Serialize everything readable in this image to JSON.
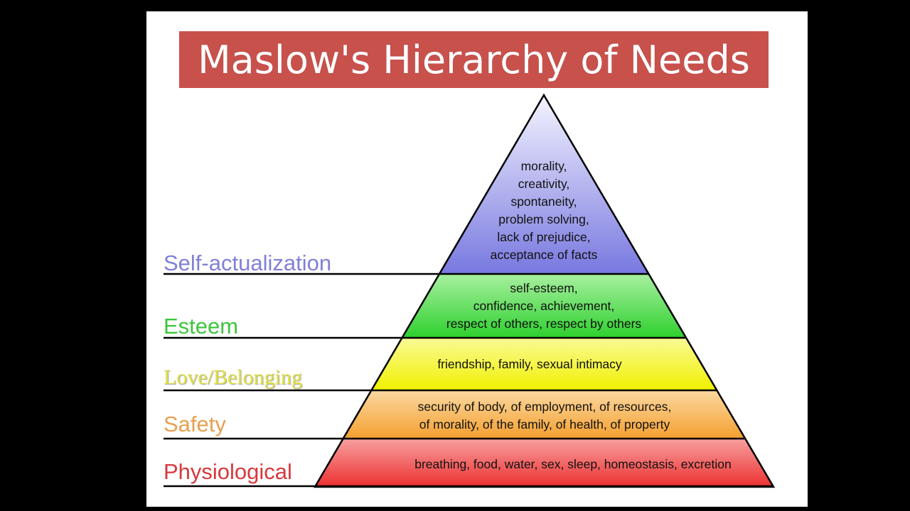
{
  "title": "Maslow's Hierarchy of Needs",
  "levels": [
    {
      "name": "Self-actualization",
      "color": "#8080d8",
      "lines": [
        "morality,",
        "creativity,",
        "spontaneity,",
        "problem solving,",
        "lack of prejudice,",
        "acceptance of facts"
      ]
    },
    {
      "name": "Esteem",
      "color": "#3cc63c",
      "lines": [
        "self-esteem,",
        "confidence, achievement,",
        "respect of others, respect by others"
      ]
    },
    {
      "name": "Love/Belonging",
      "color": "#e6e640",
      "lines": [
        "friendship, family, sexual intimacy"
      ]
    },
    {
      "name": "Safety",
      "color": "#e8a050",
      "lines": [
        "security of body, of employment, of resources,",
        "of morality, of the family, of health, of property"
      ]
    },
    {
      "name": "Physiological",
      "color": "#d8383c",
      "lines": [
        "breathing, food, water, sex, sleep, homeostasis, excretion"
      ]
    }
  ]
}
